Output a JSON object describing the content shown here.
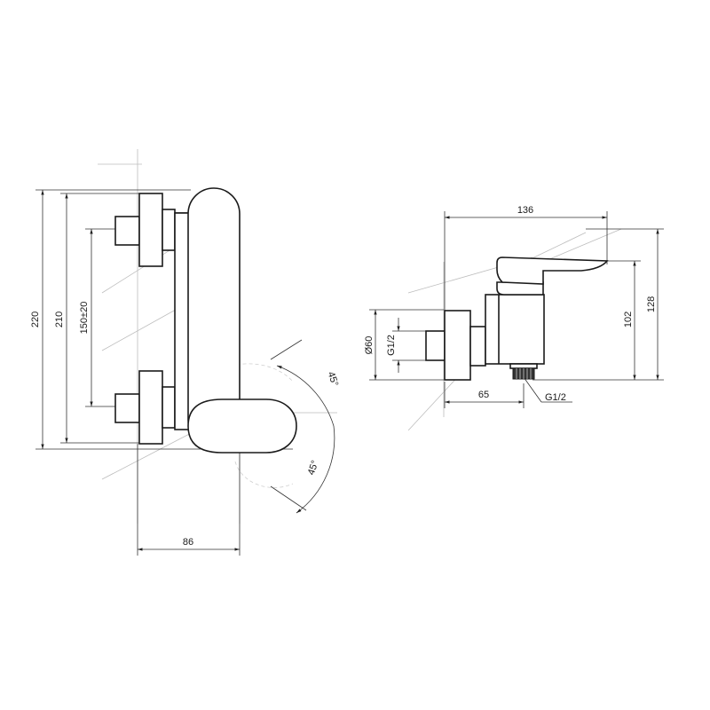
{
  "front_view": {
    "dimensions": {
      "overall_height": "220",
      "body_height": "210",
      "inlet_spacing": "150±20",
      "projection": "86"
    },
    "angles": {
      "upper": "45°",
      "lower": "45°"
    }
  },
  "side_view": {
    "dimensions": {
      "length": "136",
      "height_total": "128",
      "height_lever": "102",
      "cover_diameter": "Ø60",
      "inlet_thread": "G1/2",
      "outlet_offset": "65",
      "outlet_thread": "G1/2"
    }
  }
}
